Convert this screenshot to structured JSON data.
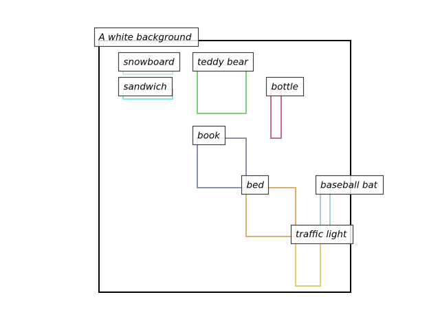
{
  "scene": {
    "caption": "A white background",
    "objects": [
      {
        "label": "snowboard",
        "color": "#cfe6df"
      },
      {
        "label": "sandwich",
        "color": "#7fe9e0"
      },
      {
        "label": "teddy bear",
        "color": "#7fcf7f"
      },
      {
        "label": "bottle",
        "color": "#c96a94"
      },
      {
        "label": "book",
        "color": "#8592a8"
      },
      {
        "label": "bed",
        "color": "#d6b36a"
      },
      {
        "label": "baseball bat",
        "color": "#a8ced6"
      },
      {
        "label": "traffic light",
        "color": "#e2cc74"
      }
    ]
  }
}
